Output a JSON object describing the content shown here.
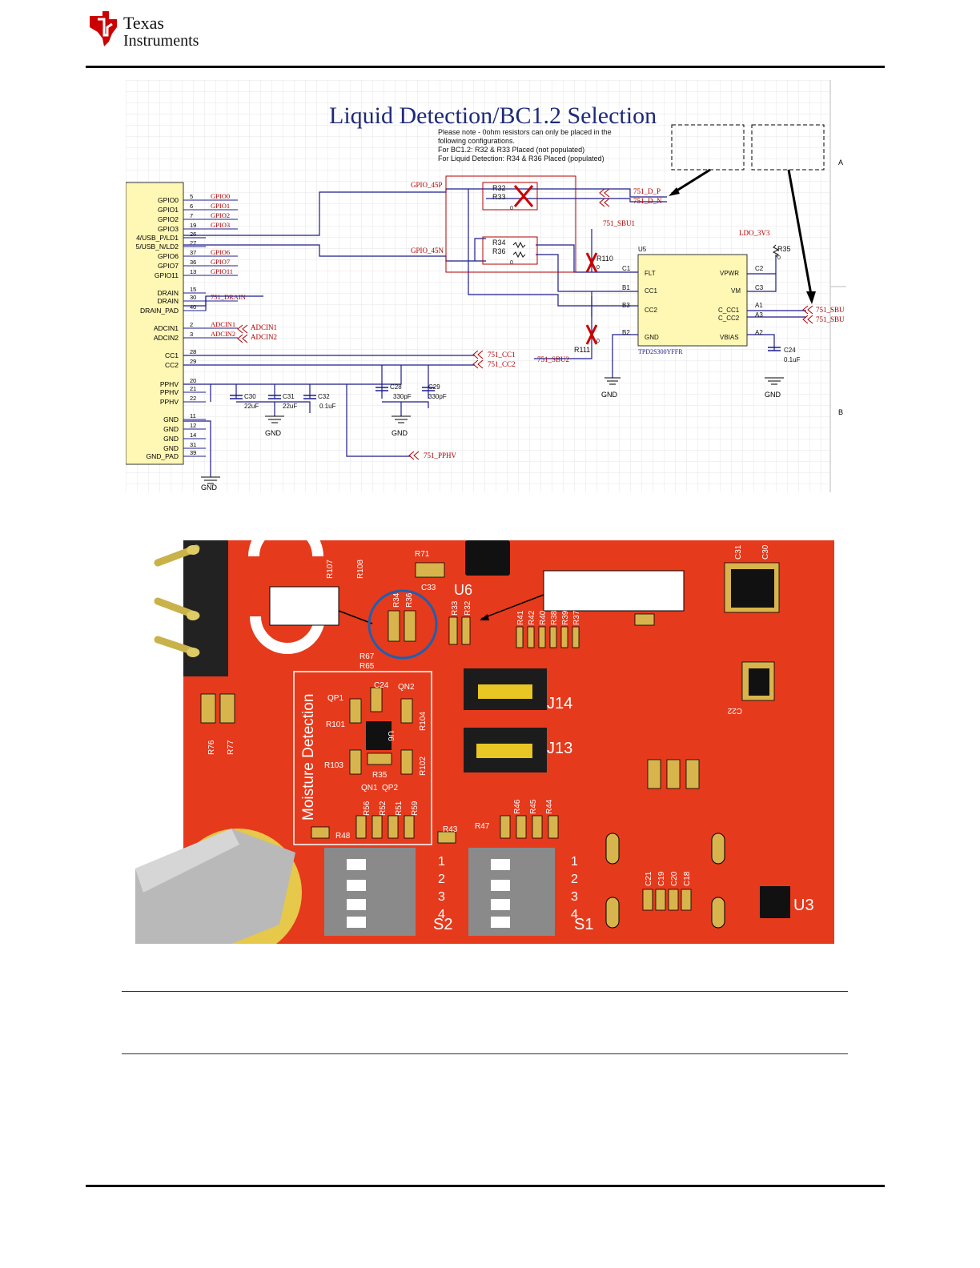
{
  "logo": {
    "line1": "Texas",
    "line2": "Instruments"
  },
  "schematic": {
    "title": "Liquid Detection/BC1.2 Selection",
    "note": [
      "Please note - 0ohm resistors can only be placed in the",
      "following configurations.",
      "For BC1.2: R32 & R33 Placed (not populated)",
      "For Liquid Detection: R34 & R36 Placed (populated)"
    ],
    "zone_a": "A",
    "zone_b": "B",
    "connector_pins": [
      {
        "name": "GPIO0",
        "num": "5",
        "net": "GPIO0"
      },
      {
        "name": "GPIO1",
        "num": "6",
        "net": "GPIO1"
      },
      {
        "name": "GPIO2",
        "num": "7",
        "net": "GPIO2"
      },
      {
        "name": "GPIO3",
        "num": "19",
        "net": "GPIO3"
      },
      {
        "name": "4/USB_P/LD1",
        "num": "26",
        "net": ""
      },
      {
        "name": "5/USB_N/LD2",
        "num": "27",
        "net": ""
      },
      {
        "name": "GPIO6",
        "num": "37",
        "net": "GPIO6"
      },
      {
        "name": "GPIO7",
        "num": "36",
        "net": "GPIO7"
      },
      {
        "name": "GPIO11",
        "num": "13",
        "net": "GPIO11"
      },
      {
        "name": "DRAIN",
        "num": "15",
        "net": ""
      },
      {
        "name": "DRAIN",
        "num": "30",
        "net": "751_DRAIN"
      },
      {
        "name": "DRAIN_PAD",
        "num": "40",
        "net": ""
      },
      {
        "name": "ADCIN1",
        "num": "2",
        "net": "ADCIN1"
      },
      {
        "name": "ADCIN2",
        "num": "3",
        "net": "ADCIN2"
      },
      {
        "name": "CC1",
        "num": "28",
        "net": ""
      },
      {
        "name": "CC2",
        "num": "29",
        "net": ""
      },
      {
        "name": "PPHV",
        "num": "20",
        "net": ""
      },
      {
        "name": "PPHV",
        "num": "21",
        "net": ""
      },
      {
        "name": "PPHV",
        "num": "22",
        "net": ""
      },
      {
        "name": "GND",
        "num": "11",
        "net": ""
      },
      {
        "name": "GND",
        "num": "12",
        "net": ""
      },
      {
        "name": "GND",
        "num": "14",
        "net": ""
      },
      {
        "name": "GND",
        "num": "31",
        "net": ""
      },
      {
        "name": "GND_PAD",
        "num": "39",
        "net": ""
      }
    ],
    "nets": {
      "gpio45p": "GPIO_45P",
      "gpio45n": "GPIO_45N",
      "dp": "751_D_P",
      "dn": "751_D_N",
      "sbu1": "751_SBU1",
      "sbu2": "751_SBU2",
      "sbu_r1": "751_SBU",
      "sbu_r2": "751_SBU",
      "ldo": "LDO_3V3",
      "cc1": "751_CC1",
      "cc2": "751_CC2",
      "pphv": "751_PPHV",
      "adc1": "ADCIN1",
      "adc2": "ADCIN2",
      "gnd": "GND"
    },
    "resistors": {
      "r32": "R32",
      "r33": "R33",
      "r34": "R34",
      "r36": "R36",
      "r35": "R35",
      "r110": "R110",
      "r111": "R111",
      "zero": "0"
    },
    "ic": {
      "ref": "U5",
      "part": "TPD2S300YFFR",
      "left_pins": [
        {
          "pad": "C1",
          "name": "FLT"
        },
        {
          "pad": "B1",
          "name": "CC1"
        },
        {
          "pad": "B3",
          "name": "CC2"
        },
        {
          "pad": "B2",
          "name": "GND"
        }
      ],
      "right_pins": [
        {
          "pad": "C2",
          "name": "VPWR"
        },
        {
          "pad": "C3",
          "name": "VM"
        },
        {
          "pad": "A1",
          "name": "C_CC1"
        },
        {
          "pad": "A3",
          "name": "C_CC2"
        },
        {
          "pad": "A2",
          "name": "VBIAS"
        }
      ]
    },
    "caps": [
      {
        "ref": "C30",
        "val": "22uF"
      },
      {
        "ref": "C31",
        "val": "22uF"
      },
      {
        "ref": "C32",
        "val": "0.1uF"
      },
      {
        "ref": "C28",
        "val": "330pF"
      },
      {
        "ref": "C29",
        "val": "330pF"
      },
      {
        "ref": "C24",
        "val": "0.1uF"
      }
    ]
  },
  "pcb": {
    "labels": {
      "r107": "R107",
      "r108": "R108",
      "r71": "R71",
      "c33": "C33",
      "u6": "U6",
      "r34": "R34",
      "r36": "R36",
      "r33": "R33",
      "r32": "R32",
      "r41": "R41",
      "r42": "R42",
      "r40": "R40",
      "r38": "R38",
      "r39": "R39",
      "r37": "R37",
      "c31": "C31",
      "c30": "C30",
      "c22": "C22",
      "r67": "R67",
      "r65": "R65",
      "r76": "R76",
      "r77": "R77",
      "qp1": "QP1",
      "c24": "C24",
      "qn2": "QN2",
      "r101": "R101",
      "r104": "R104",
      "u6b": "U6",
      "r103": "R103",
      "r102": "R102",
      "r35": "R35",
      "qn1": "QN1",
      "qp2": "QP2",
      "r56": "R56",
      "r52": "R52",
      "r51": "R51",
      "r59": "R59",
      "r48": "R48",
      "r43": "R43",
      "r47": "R47",
      "r46": "R46",
      "r45": "R45",
      "r44": "R44",
      "j14": "J14",
      "j13": "J13",
      "c21": "C21",
      "c19": "C19",
      "c20": "C20",
      "c18": "C18",
      "u3": "U3",
      "s2": "S2",
      "s1": "S1",
      "moisture": "Moisture Detection",
      "n1": "1",
      "n2": "2",
      "n3": "3",
      "n4": "4"
    }
  },
  "colors": {
    "board": "#e63a1c",
    "silk": "#ffffff",
    "net_red": "#b00000",
    "wire_blue": "#1c1c8c",
    "connector": "#fff7b4",
    "grid": "#e4e4e4"
  }
}
